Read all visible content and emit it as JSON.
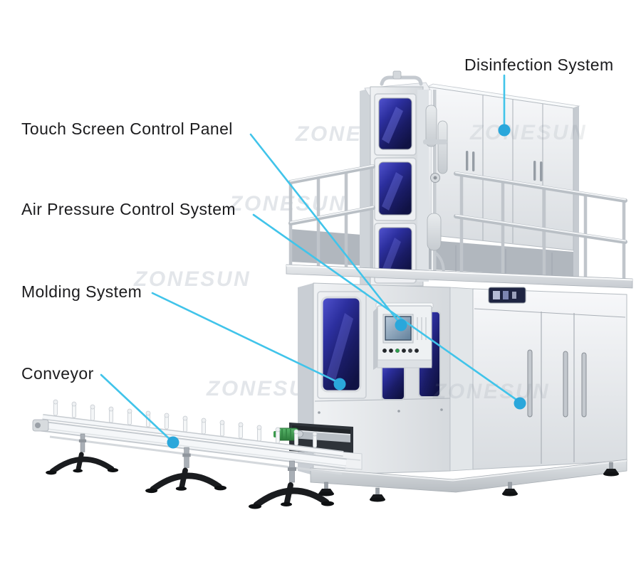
{
  "page": {
    "background": "#ffffff"
  },
  "watermark": {
    "text": "ZONESUN"
  },
  "callout_style": {
    "line_color": "#41c4ea",
    "dot_color": "#2aa7db",
    "label_color": "#1c1c1e"
  },
  "labels": {
    "disinfection": "Disinfection System",
    "touch_screen": "Touch Screen Control Panel",
    "air_pressure": "Air Pressure Control System",
    "molding": "Molding System",
    "conveyor": "Conveyor"
  }
}
